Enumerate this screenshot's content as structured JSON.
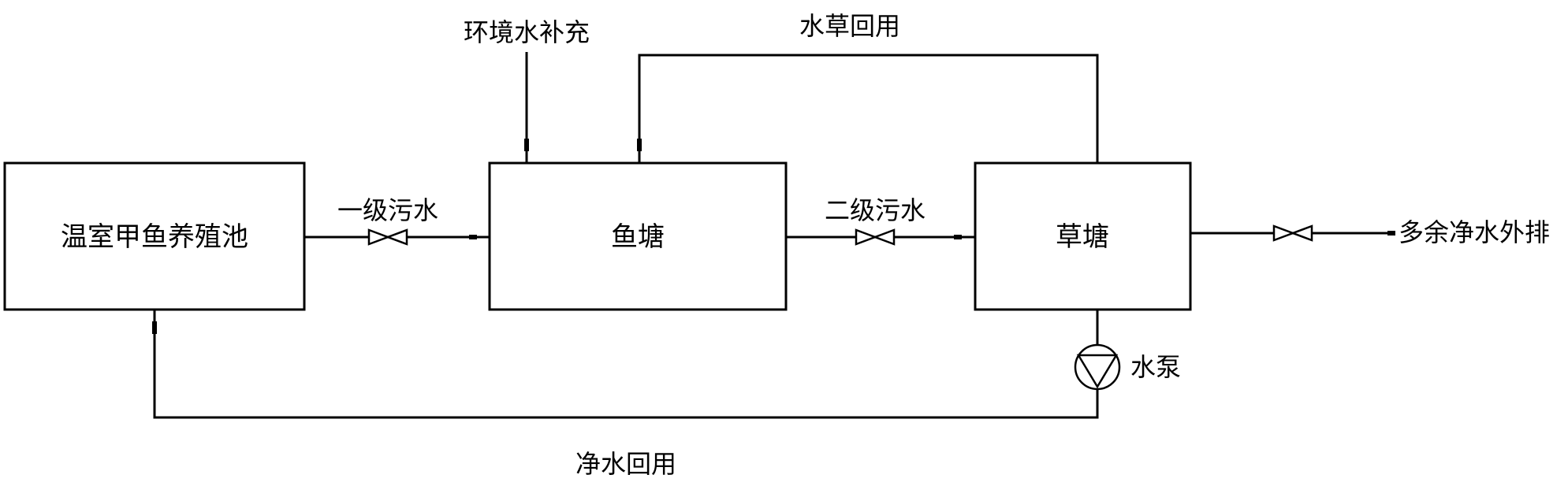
{
  "nodes": {
    "greenhouse_pool": "温室甲鱼养殖池",
    "fish_pond": "鱼塘",
    "grass_pond": "草塘"
  },
  "flows": {
    "primary_wastewater": "一级污水",
    "secondary_wastewater": "二级污水",
    "excess_discharge": "多余净水外排",
    "env_water_supplement": "环境水补充",
    "water_plant_reuse": "水草回用",
    "clean_water_reuse": "净水回用",
    "pump": "水泵"
  },
  "colors": {
    "line": "#000000",
    "background": "#ffffff"
  }
}
